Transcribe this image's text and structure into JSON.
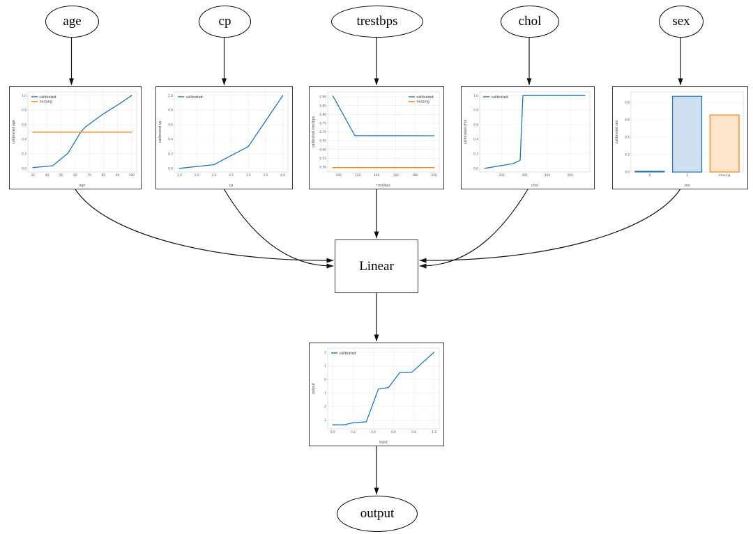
{
  "nodes": {
    "inputs": [
      {
        "label": "age"
      },
      {
        "label": "cp"
      },
      {
        "label": "trestbps"
      },
      {
        "label": "chol"
      },
      {
        "label": "sex"
      }
    ],
    "linear": {
      "label": "Linear"
    },
    "output": {
      "label": "output"
    }
  },
  "colors": {
    "calibrated": "#1f77b4",
    "missing": "#ff7f0e",
    "edge": "#111111"
  },
  "chart_data": [
    {
      "type": "line",
      "title": "",
      "xlabel": "age",
      "ylabel": "calibrated age",
      "xlim": [
        26.5,
        103.5
      ],
      "ylim": [
        -0.05,
        1.05
      ],
      "xticks": [
        30,
        40,
        50,
        60,
        70,
        80,
        90,
        100
      ],
      "xtick_labels": [
        "30",
        "40",
        "50",
        "60",
        "70",
        "80",
        "90",
        "100"
      ],
      "yticks": [
        0,
        0.2,
        0.4,
        0.6,
        0.8,
        1.0
      ],
      "ytick_labels": [
        "0.0",
        "0.2",
        "0.4",
        "0.6",
        "0.8",
        "1.0"
      ],
      "grid": true,
      "legend": {
        "pos": "top-left"
      },
      "series": [
        {
          "name": "calibrated",
          "color": "#1f77b4",
          "x": [
            30,
            44,
            55,
            64,
            67,
            80,
            90,
            100
          ],
          "y": [
            0.01,
            0.035,
            0.21,
            0.5,
            0.565,
            0.75,
            0.87,
            1.0
          ]
        },
        {
          "name": "missing",
          "color": "#ff7f0e",
          "x": [
            30,
            100
          ],
          "y": [
            0.497,
            0.497
          ]
        }
      ]
    },
    {
      "type": "line",
      "title": "",
      "xlabel": "cp",
      "ylabel": "calibrated cp",
      "xlim": [
        0.85,
        4.15
      ],
      "ylim": [
        -0.05,
        1.05
      ],
      "xticks": [
        1.0,
        1.5,
        2.0,
        2.5,
        3.0,
        3.5,
        4.0
      ],
      "xtick_labels": [
        "1.0",
        "1.5",
        "2.0",
        "2.5",
        "3.0",
        "3.5",
        "4.0"
      ],
      "yticks": [
        0,
        0.2,
        0.4,
        0.6,
        0.8,
        1.0
      ],
      "ytick_labels": [
        "0.0",
        "0.2",
        "0.4",
        "0.6",
        "0.8",
        "1.0"
      ],
      "grid": true,
      "legend": {
        "pos": "top-left"
      },
      "series": [
        {
          "name": "calibrated",
          "color": "#1f77b4",
          "x": [
            1,
            2,
            3,
            4
          ],
          "y": [
            0.0,
            0.05,
            0.3,
            1.0
          ]
        }
      ]
    },
    {
      "type": "line",
      "title": "",
      "xlabel": "trestbps",
      "ylabel": "calibrated trestbps",
      "xlim": [
        88.5,
        205.5
      ],
      "ylim": [
        0.472,
        0.928
      ],
      "xticks": [
        100,
        120,
        140,
        160,
        180,
        200
      ],
      "xtick_labels": [
        "100",
        "120",
        "140",
        "160",
        "180",
        "200"
      ],
      "yticks": [
        0.5,
        0.55,
        0.6,
        0.65,
        0.7,
        0.75,
        0.8,
        0.85,
        0.9
      ],
      "ytick_labels": [
        "0.50",
        "0.55",
        "0.60",
        "0.65",
        "0.70",
        "0.75",
        "0.80",
        "0.85",
        "0.90"
      ],
      "grid": true,
      "legend": {
        "pos": "top-right"
      },
      "series": [
        {
          "name": "calibrated",
          "color": "#1f77b4",
          "x": [
            94,
            117,
            200
          ],
          "y": [
            0.905,
            0.679,
            0.678
          ]
        },
        {
          "name": "missing",
          "color": "#ff7f0e",
          "x": [
            94,
            200
          ],
          "y": [
            0.497,
            0.497
          ]
        }
      ]
    },
    {
      "type": "line",
      "title": "",
      "xlabel": "chol",
      "ylabel": "calibrated chol",
      "xlim": [
        104,
        586
      ],
      "ylim": [
        -0.05,
        1.05
      ],
      "xticks": [
        200,
        300,
        400,
        500
      ],
      "xtick_labels": [
        "200",
        "300",
        "400",
        "500"
      ],
      "yticks": [
        0,
        0.2,
        0.4,
        0.6,
        0.8,
        1.0
      ],
      "ytick_labels": [
        "0.0",
        "0.2",
        "0.4",
        "0.6",
        "0.8",
        "1.0"
      ],
      "grid": true,
      "legend": {
        "pos": "top-left"
      },
      "series": [
        {
          "name": "calibrated",
          "color": "#1f77b4",
          "x": [
            126,
            250,
            281,
            293,
            564
          ],
          "y": [
            0.0,
            0.065,
            0.11,
            1.0,
            1.0
          ]
        }
      ]
    },
    {
      "type": "bar",
      "title": "",
      "xlabel": "sex",
      "ylabel": "calibrated sex",
      "categories": [
        "0",
        "1",
        "missing"
      ],
      "values": [
        0.008,
        0.87,
        0.655
      ],
      "bar_edge_colors": [
        "#1f77b4",
        "#1f77b4",
        "#ff7f0e"
      ],
      "bar_fill_colors": [
        "#cfe0f0",
        "#cfe0f0",
        "#fde4ca"
      ],
      "ylim": [
        0,
        0.92
      ],
      "yticks": [
        0,
        0.2,
        0.4,
        0.6,
        0.8
      ],
      "ytick_labels": [
        "0.0",
        "0.2",
        "0.4",
        "0.6",
        "0.8"
      ],
      "grid": true,
      "legend": null
    },
    {
      "type": "line",
      "title": "",
      "xlabel": "input",
      "ylabel": "output",
      "xlim": [
        -0.05,
        1.05
      ],
      "ylim": [
        -3.65,
        2.3
      ],
      "xticks": [
        0,
        0.2,
        0.4,
        0.6,
        0.8,
        1.0
      ],
      "xtick_labels": [
        "0.0",
        "0.2",
        "0.4",
        "0.6",
        "0.8",
        "1.0"
      ],
      "yticks": [
        -3,
        -2,
        -1,
        0,
        1,
        2
      ],
      "ytick_labels": [
        "-3",
        "-2",
        "-1",
        "0",
        "1",
        "2"
      ],
      "grid": true,
      "legend": {
        "pos": "top-left"
      },
      "series": [
        {
          "name": "calibrated",
          "color": "#1f77b4",
          "x": [
            0,
            0.11,
            0.2,
            0.33,
            0.45,
            0.55,
            0.66,
            0.78,
            1.0
          ],
          "y": [
            -3.35,
            -3.35,
            -3.2,
            -3.13,
            -0.72,
            -0.6,
            0.5,
            0.52,
            2.0
          ]
        }
      ]
    }
  ]
}
